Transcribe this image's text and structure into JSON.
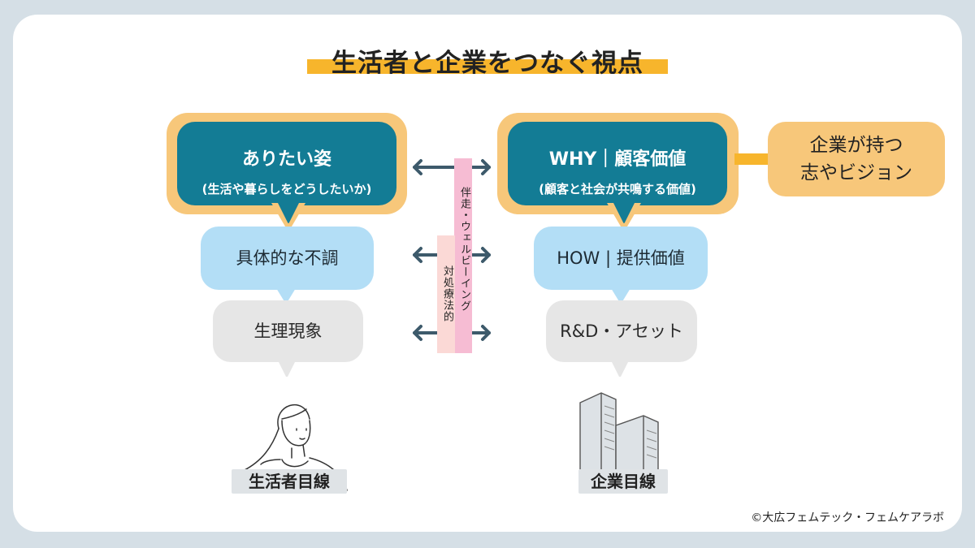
{
  "title": "生活者と企業をつなぐ視点",
  "left": {
    "top_main": "ありたい姿",
    "top_sub": "(生活や暮らしをどうしたいか)",
    "middle": "具体的な不調",
    "bottom": "生理現象",
    "label": "生活者目線"
  },
  "right": {
    "top_main": "WHY｜顧客価値",
    "top_sub": "(顧客と社会が共鳴する価値)",
    "middle": "HOW | 提供価値",
    "bottom": "R&D・アセット",
    "label": "企業目線"
  },
  "vision": {
    "line1": "企業が持つ",
    "line2": "志やビジョン"
  },
  "bars": {
    "wellbeing": "伴走・ウェルビーイング",
    "symptomatic": "対処療法的"
  },
  "credit": "©大広フェムテック・フェムケアラボ",
  "colors": {
    "teal": "#137c95",
    "orange": "#f7c77a",
    "accent": "#f7b52c",
    "blue": "#b3def6",
    "gray": "#e6e6e6",
    "pink": "#f6bcd3",
    "peach": "#fbd9d6"
  }
}
